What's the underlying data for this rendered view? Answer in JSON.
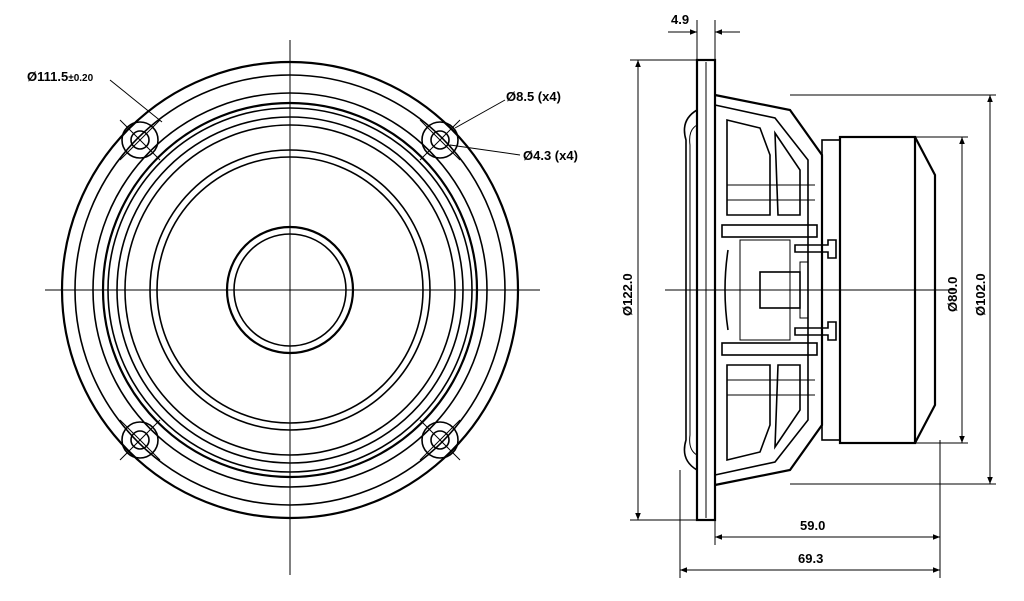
{
  "front_view": {
    "outer_bolt_circle": {
      "main": "Ø111.5",
      "tol": "±0.20"
    },
    "hole_large": "Ø8.5 (x4)",
    "hole_small": "Ø4.3 (x4)"
  },
  "side_view": {
    "flange_thickness": "4.9",
    "overall_diameter": "Ø122.0",
    "magnet_diameter": "Ø80.0",
    "basket_diameter": "Ø102.0",
    "depth_basket": "59.0",
    "depth_overall": "69.3"
  }
}
